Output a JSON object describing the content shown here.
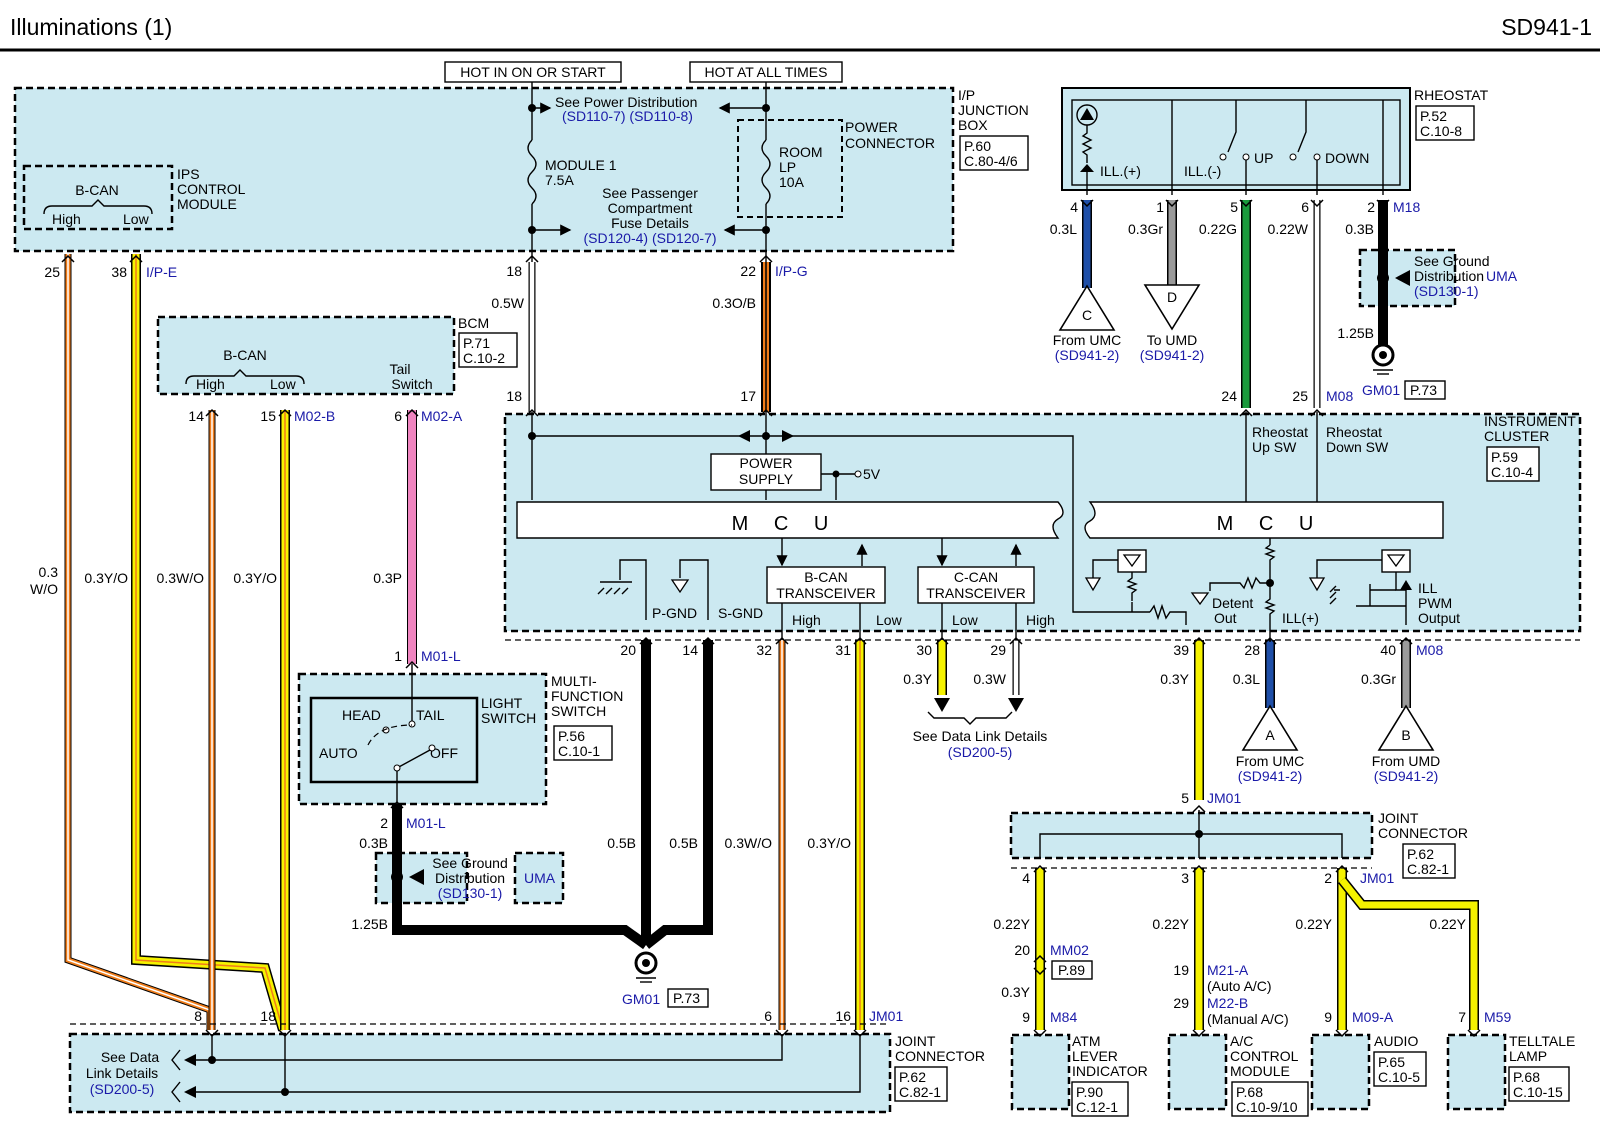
{
  "header": {
    "title": "Illuminations (1)",
    "code": "SD941-1"
  },
  "supply": {
    "hot_on_start": "HOT IN ON OR START",
    "hot_all_times": "HOT AT ALL TIMES"
  },
  "junction_box": {
    "label": [
      "I/P",
      "JUNCTION",
      "BOX"
    ],
    "ref": [
      "P.60",
      "C.80-4/6"
    ],
    "power_dist_label": "See Power Distribution",
    "power_dist_refs": "(SD110-7) (SD110-8)",
    "fuse1": [
      "MODULE 1",
      "7.5A"
    ],
    "fuse2": [
      "ROOM",
      "LP",
      "10A"
    ],
    "power_connector": [
      "POWER",
      "CONNECTOR"
    ],
    "passenger_label": [
      "See Passenger",
      "Compartment",
      "Fuse Details"
    ],
    "passenger_refs": "(SD120-4) (SD120-7)",
    "pin_left": "18",
    "pin_right": "22",
    "conn_right": "I/P-G"
  },
  "ips": {
    "label": [
      "IPS",
      "CONTROL",
      "MODULE"
    ],
    "bcan": "B-CAN",
    "high": "High",
    "low": "Low",
    "pin_a": "25",
    "pin_b": "38",
    "conn": "I/P-E"
  },
  "bcm": {
    "label": "BCM",
    "ref": [
      "P.71",
      "C.10-2"
    ],
    "bcan": "B-CAN",
    "high": "High",
    "low": "Low",
    "tail": [
      "Tail",
      "Switch"
    ],
    "pin_a": "14",
    "pin_b": "15",
    "conn_b": "M02-B",
    "pin_c": "6",
    "conn_c": "M02-A"
  },
  "rheostat": {
    "label": "RHEOSTAT",
    "ref": [
      "P.52",
      "C.10-8"
    ],
    "ill_pos": "ILL.(+)",
    "ill_neg": "ILL.(-)",
    "up": "UP",
    "down": "DOWN",
    "pins": [
      "4",
      "1",
      "5",
      "6",
      "2"
    ],
    "conn": "M18"
  },
  "wires": {
    "w_03L": "0.3L",
    "w_03Gr": "0.3Gr",
    "w_022G": "0.22G",
    "w_022W": "0.22W",
    "w_03B": "0.3B",
    "w_05W": "0.5W",
    "w_03OB": "0.3O/B",
    "w_03WO_a": "0.3",
    "w_03WO_b": "W/O",
    "w_03YO": "0.3Y/O",
    "w_03WO": "0.3W/O",
    "w_03P": "0.3P",
    "w_125B": "1.25B",
    "w_05B": "0.5B",
    "w_03Y": "0.3Y",
    "w_03W": "0.3W",
    "w_022Y": "0.22Y"
  },
  "connectors": {
    "from_umc_c": {
      "letter": "C",
      "label": "From UMC",
      "ref": "(SD941-2)"
    },
    "to_umd_d": {
      "letter": "D",
      "label": "To UMD",
      "ref": "(SD941-2)"
    },
    "from_umc_a": {
      "letter": "A",
      "label": "From UMC",
      "ref": "(SD941-2)"
    },
    "from_umd_b": {
      "letter": "B",
      "label": "From UMD",
      "ref": "(SD941-2)"
    }
  },
  "ground": {
    "see_ground": [
      "See Ground",
      "Distribution"
    ],
    "ref": "(SD130-1)",
    "uma": "UMA",
    "gm01": "GM01",
    "gm01_ref": "P.73"
  },
  "cluster": {
    "label": [
      "INSTRUMENT",
      "CLUSTER"
    ],
    "ref": [
      "P.59",
      "C.10-4"
    ],
    "power_supply": [
      "POWER",
      "SUPPLY"
    ],
    "v5": "5V",
    "mcu": "M C U",
    "bcan_tr": [
      "B-CAN",
      "TRANSCEIVER"
    ],
    "ccan_tr": [
      "C-CAN",
      "TRANSCEIVER"
    ],
    "pgnd": "P-GND",
    "sgnd": "S-GND",
    "high": "High",
    "low": "Low",
    "rheo_up": [
      "Rheostat",
      "Up SW"
    ],
    "rheo_down": [
      "Rheostat",
      "Down SW"
    ],
    "detent": [
      "Detent",
      "Out"
    ],
    "ill_plus": "ILL(+)",
    "ill_pwm": [
      "ILL",
      "PWM",
      "Output"
    ],
    "pins_top": [
      "18",
      "17",
      "24",
      "25"
    ],
    "conn_top": "M08",
    "pins_bottom": [
      "20",
      "14",
      "32",
      "31",
      "30",
      "29",
      "39",
      "28",
      "40"
    ],
    "conn_bottom": "M08"
  },
  "mfs": {
    "label": [
      "MULTI-",
      "FUNCTION",
      "SWITCH"
    ],
    "light_switch": [
      "LIGHT",
      "SWITCH"
    ],
    "ref": [
      "P.56",
      "C.10-1"
    ],
    "head": "HEAD",
    "tail": "TAIL",
    "auto": "AUTO",
    "off": "OFF",
    "pin_top": "1",
    "conn_top": "M01-L",
    "pin_bottom": "2",
    "conn_bottom": "M01-L"
  },
  "data_link": {
    "label": "See Data Link Details",
    "ref": "(SD200-5)",
    "label2": [
      "See Data",
      "Link Details"
    ]
  },
  "joint_right": {
    "label": [
      "JOINT",
      "CONNECTOR"
    ],
    "ref": [
      "P.62",
      "C.82-1"
    ],
    "pin_in": "5",
    "conn_in": "JM01",
    "pins": [
      "4",
      "3",
      "2"
    ],
    "conn_out": "JM01"
  },
  "joint_left": {
    "label": [
      "JOINT",
      "CONNECTOR"
    ],
    "ref": [
      "P.62",
      "C.82-1"
    ],
    "pins": [
      "8",
      "18",
      "6",
      "16"
    ],
    "conn": "JM01"
  },
  "mm02": {
    "pin_a": "20",
    "conn": "MM02",
    "ref": "P.89",
    "pin_b": "9",
    "conn_b": "M84"
  },
  "components": {
    "atm": {
      "label": [
        "ATM",
        "LEVER",
        "INDICATOR"
      ],
      "ref": [
        "P.90",
        "C.12-1"
      ]
    },
    "ac": {
      "label": [
        "A/C",
        "CONTROL",
        "MODULE"
      ],
      "ref": [
        "P.68",
        "C.10-9/10"
      ],
      "pin1": "19",
      "conn1": "M21-A",
      "note1": "(Auto A/C)",
      "pin2": "29",
      "conn2": "M22-B",
      "note2": "(Manual A/C)"
    },
    "audio": {
      "label": "AUDIO",
      "ref": [
        "P.65",
        "C.10-5"
      ],
      "pin": "9",
      "conn": "M09-A"
    },
    "telltale": {
      "label": [
        "TELLTALE",
        "LAMP"
      ],
      "ref": [
        "P.68",
        "C.10-15"
      ],
      "pin": "7",
      "conn": "M59"
    }
  },
  "colors": {
    "box": "#cce9f1",
    "blue_text": "#1a1aa8",
    "wire_yellow": "#f5f200",
    "wire_orange": "#f07d1a",
    "wire_pink": "#f085c0",
    "wire_green": "#1a9a3c",
    "wire_blue": "#1f4fa8",
    "wire_gray": "#9a9a9a"
  }
}
